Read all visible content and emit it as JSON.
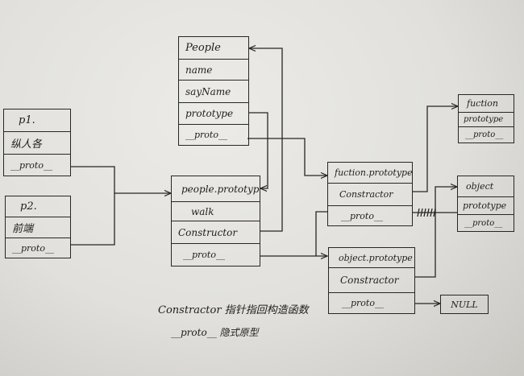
{
  "boxes": {
    "p1": {
      "rows": [
        "p1.",
        "纵人各",
        "__proto__"
      ]
    },
    "p2": {
      "rows": [
        "p2.",
        "前端",
        "__proto__"
      ]
    },
    "people": {
      "rows": [
        "People",
        "name",
        "sayName",
        "prototype",
        "__proto__"
      ]
    },
    "people_prototype": {
      "rows": [
        "people.prototype",
        "walk",
        "Constructor",
        "__proto__"
      ]
    },
    "fuction_prototype": {
      "rows": [
        "fuction.prototype",
        "Constractor",
        "__proto__"
      ]
    },
    "object_prototype": {
      "rows": [
        "object.prototype",
        "Constractor",
        "__proto__"
      ]
    },
    "fuction": {
      "rows": [
        "fuction",
        "prototype",
        "__proto__"
      ]
    },
    "object": {
      "rows": [
        "object",
        "prototype",
        "__proto__"
      ]
    },
    "null": {
      "label": "NULL"
    }
  },
  "notes": {
    "constructor_note": "Constractor 指针指回构造函数",
    "proto_note": "__proto__ 隐式原型"
  },
  "colors": {
    "ink": "#262626",
    "paper": "#e6e5e1"
  }
}
